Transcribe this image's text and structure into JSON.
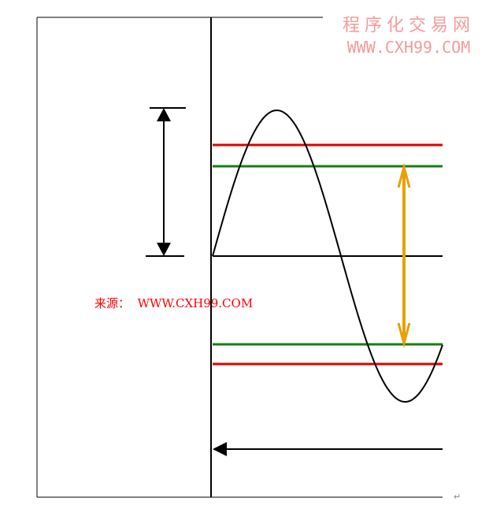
{
  "watermark": {
    "chinese": "程序化交易网",
    "url": "WWW.CXH99.COM"
  },
  "source": {
    "label": "来源：",
    "url": "WWW.CXH99.COM"
  },
  "paragraph_mark": "↵",
  "colors": {
    "red_band": "#e00000",
    "green_band": "#1a7a1a",
    "orange_arrow": "#e8a000",
    "curve": "#000000"
  }
}
